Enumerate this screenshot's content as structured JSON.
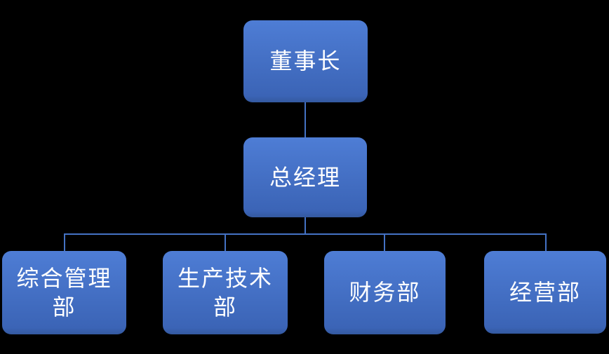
{
  "diagram": {
    "type": "org-chart",
    "background": "#000000",
    "colors": {
      "node_fill_top": "#4E7DD5",
      "node_fill_bottom": "#3B64B6",
      "connector": "#4472C4",
      "text": "#FFFFFF"
    },
    "nodes": {
      "chairman": {
        "label": "董事长"
      },
      "general_manager": {
        "label": "总经理"
      },
      "dept_general_admin": {
        "label": "综合管理\n部"
      },
      "dept_production_tech": {
        "label": "生产技术\n部"
      },
      "dept_finance": {
        "label": "财务部"
      },
      "dept_business": {
        "label": "经营部"
      }
    },
    "hierarchy": [
      {
        "parent": "chairman",
        "child": "general_manager"
      },
      {
        "parent": "general_manager",
        "child": "dept_general_admin"
      },
      {
        "parent": "general_manager",
        "child": "dept_production_tech"
      },
      {
        "parent": "general_manager",
        "child": "dept_finance"
      },
      {
        "parent": "general_manager",
        "child": "dept_business"
      }
    ]
  }
}
